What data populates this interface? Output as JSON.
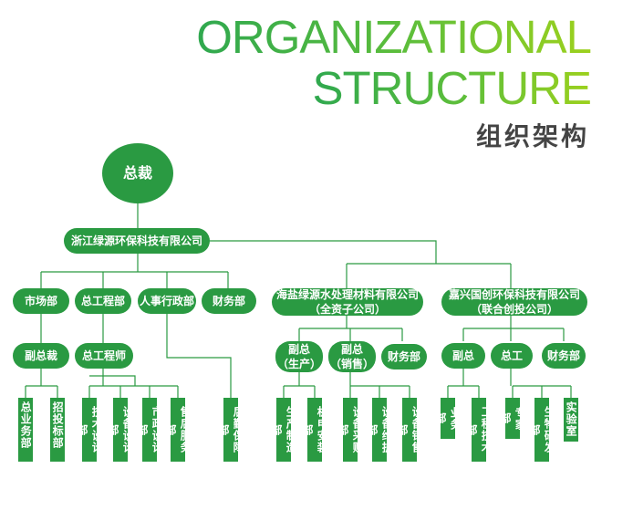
{
  "title": {
    "line1": "ORGANIZATIONAL",
    "line2": "STRUCTURE",
    "cn": "组织架构"
  },
  "ceo": "总裁",
  "company": "浙江绿源环保科技有限公司",
  "departments": {
    "market": "市场部",
    "chief_engineer_dept": "总工程部",
    "hr_admin": "人事行政部",
    "finance": "财务部",
    "vp": "副总裁",
    "chief_engineer": "总工程师"
  },
  "sub1": {
    "name": "海盐绿源水处理材料有限公司",
    "note": "（全资子公司）",
    "deputy_prod": "副总",
    "deputy_prod_note": "（生产）",
    "deputy_sales": "副总",
    "deputy_sales_note": "（销售）",
    "finance": "财务部"
  },
  "sub2": {
    "name": "嘉兴国创环保科技有限公司",
    "note": "（联合创投公司）",
    "deputy": "副总",
    "chief_eng": "总工",
    "finance": "财务部"
  },
  "leaves": {
    "general_business": "总业务部",
    "bidding": "招投标部",
    "tech_design": "技术设计部",
    "equipment_design": "设备设计部",
    "municipal_design": "市政设计部",
    "after_sales": "售后服务部",
    "logistics": "后勤保障部",
    "production": "生产制造部",
    "mech_install": "机电安装部",
    "equip_purchase": "设备采购部",
    "equip_maintenance": "设备维护部",
    "equip_sales": "设备销售部",
    "business": "业务部",
    "engineering_tech": "工程技术部",
    "experts": "专家部",
    "bio_rd": "生物研发部",
    "lab": "实验室"
  },
  "colors": {
    "node": "#2a9a42",
    "line": "#2a9a42",
    "title_start": "#2fa84f",
    "title_end": "#9cd11d",
    "cn_title": "#444444"
  }
}
